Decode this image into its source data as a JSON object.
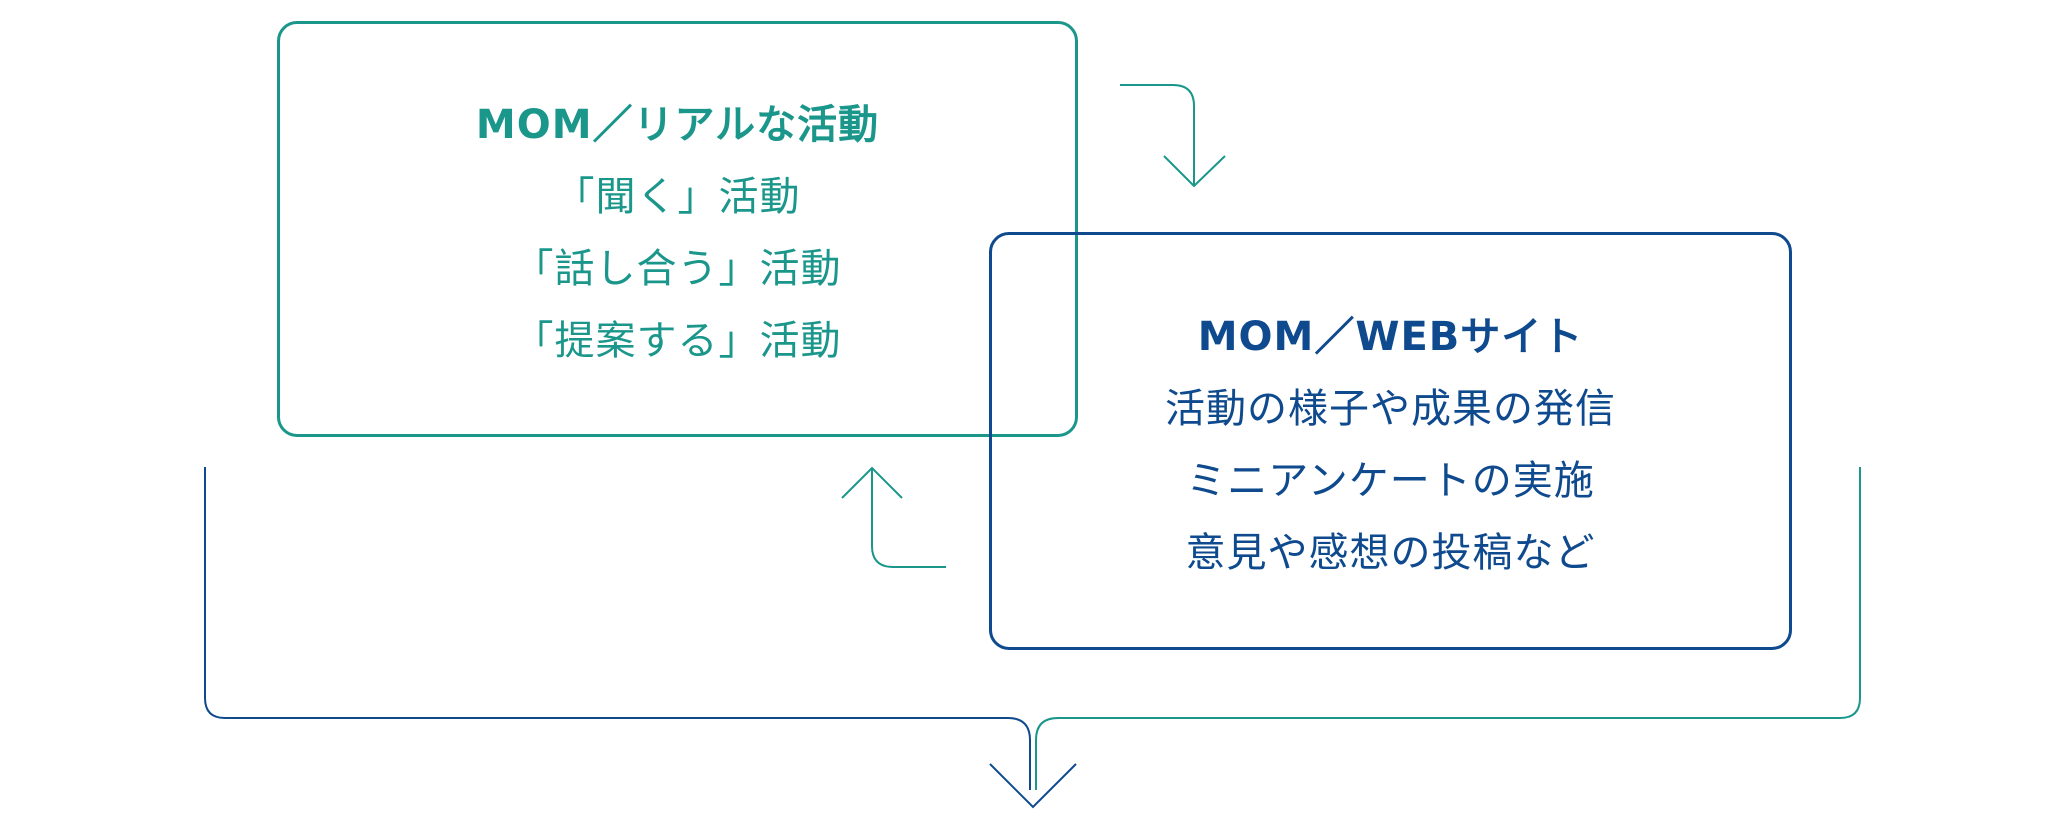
{
  "colors": {
    "teal": "#1a968b",
    "navy": "#0e4a8d"
  },
  "box_real": {
    "title": "MOM／リアルな活動",
    "items": [
      "「聞く」活動",
      "「話し合う」活動",
      "「提案する」活動"
    ]
  },
  "box_web": {
    "title": "MOM／WEBサイト",
    "items": [
      "活動の様子や成果の発信",
      "ミニアンケートの実施",
      "意見や感想の投稿など"
    ]
  },
  "arrows": [
    {
      "name": "flow-arrow-real-to-web",
      "from": "box_real",
      "to": "box_web"
    },
    {
      "name": "flow-arrow-web-to-real",
      "from": "box_web",
      "to": "box_real"
    },
    {
      "name": "merge-arrow-down",
      "from": [
        "box_real",
        "box_web"
      ],
      "to": "output"
    }
  ]
}
